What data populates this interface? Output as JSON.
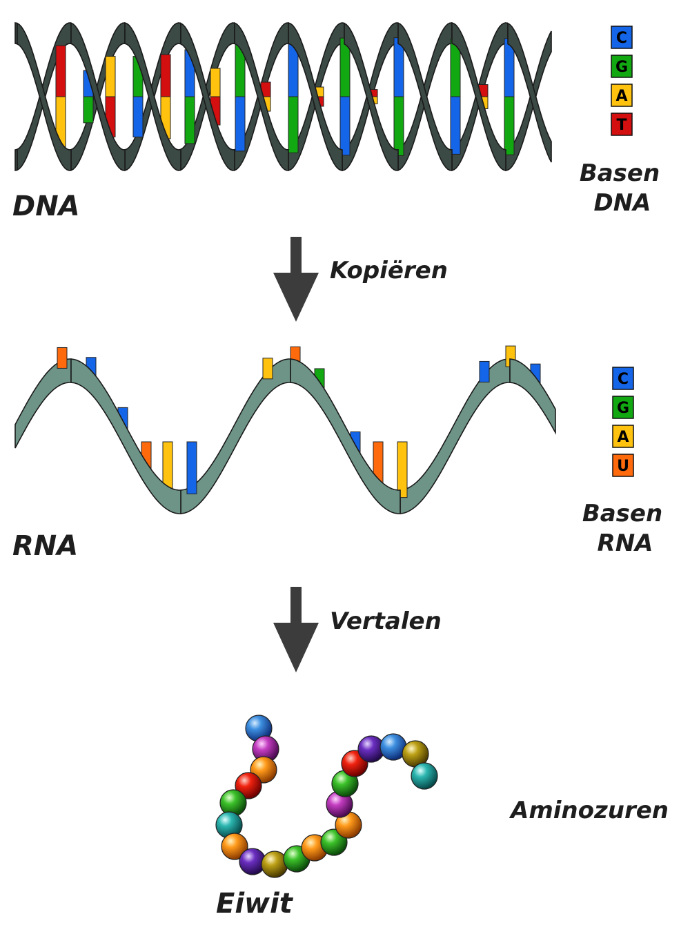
{
  "dna": {
    "label": "DNA",
    "legend_title_line1": "Basen",
    "legend_title_line2": "DNA",
    "bases": [
      {
        "letter": "C",
        "color": "#1565e8"
      },
      {
        "letter": "G",
        "color": "#12a812"
      },
      {
        "letter": "A",
        "color": "#ffc20e"
      },
      {
        "letter": "T",
        "color": "#d40f0f"
      }
    ]
  },
  "step1": {
    "label": "Kopiëren"
  },
  "rna": {
    "label": "RNA",
    "legend_title_line1": "Basen",
    "legend_title_line2": "RNA",
    "bases": [
      {
        "letter": "C",
        "color": "#1565e8"
      },
      {
        "letter": "G",
        "color": "#12a812"
      },
      {
        "letter": "A",
        "color": "#ffc20e"
      },
      {
        "letter": "U",
        "color": "#ff6a0d"
      }
    ]
  },
  "step2": {
    "label": "Vertalen"
  },
  "protein": {
    "label": "Eiwit",
    "amino_label": "Aminozuren"
  },
  "colors": {
    "dna_backbone": "#3b4a44",
    "rna_backbone": "#6e9488",
    "arrow": "#3c3c3c"
  }
}
